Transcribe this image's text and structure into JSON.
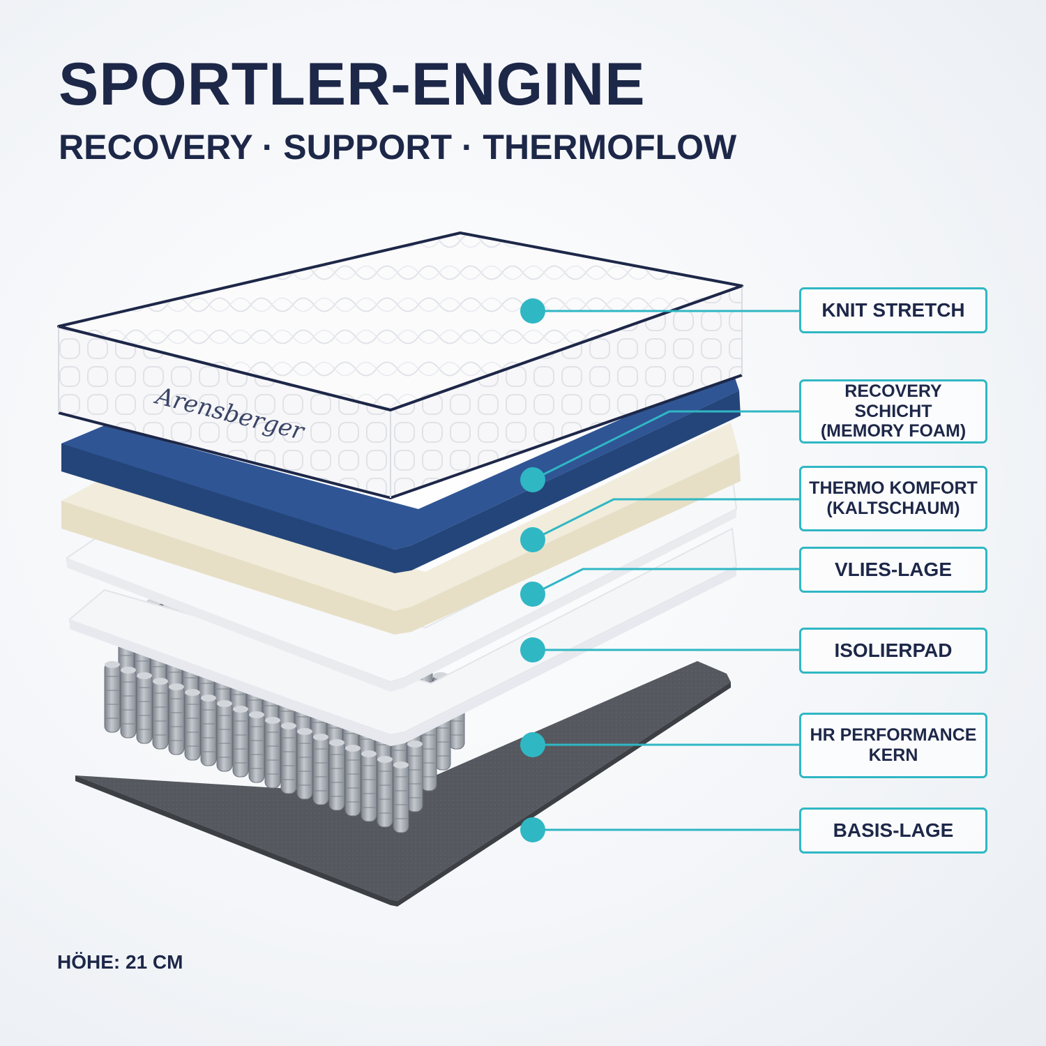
{
  "header": {
    "title": "SPORTLER-ENGINE",
    "subtitle": "RECOVERY · SUPPORT · THERMOFLOW"
  },
  "brand": {
    "logo_text": "Arensberger"
  },
  "layers": [
    {
      "label": "KNIT STRETCH"
    },
    {
      "label": "RECOVERY SCHICHT\n(MEMORY FOAM)"
    },
    {
      "label": "THERMO KOMFORT\n(KALTSCHAUM)"
    },
    {
      "label": "VLIES-LAGE"
    },
    {
      "label": "ISOLIERPAD"
    },
    {
      "label": "HR PERFORMANCE\nKERN"
    },
    {
      "label": "BASIS-LAGE"
    }
  ],
  "footer": {
    "height_note": "HÖHE: 21 CM"
  },
  "colors": {
    "accent": "#2fb7c4",
    "text_dark": "#1d2748",
    "foam_blue": "#2b4f8a",
    "cream": "#efe9d6",
    "base_gray": "#56595f",
    "spring_gray": "#9fa5ae"
  }
}
